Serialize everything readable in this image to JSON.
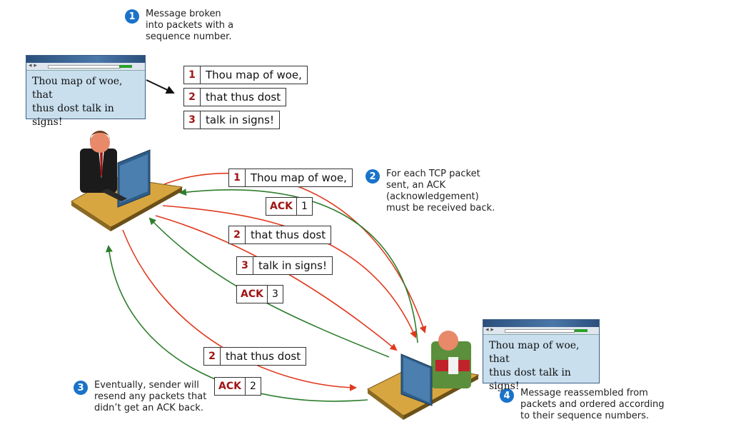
{
  "steps": [
    {
      "num": "1",
      "text": "Message broken\ninto packets with a\nsequence number."
    },
    {
      "num": "2",
      "text": "For each TCP packet\nsent, an ACK\n(acknowledgement)\nmust be received back."
    },
    {
      "num": "3",
      "text": "Eventually, sender will\nresend any packets that\ndidn’t get an ACK back."
    },
    {
      "num": "4",
      "text": "Message reassembled from\npackets and ordered according\nto their sequence numbers."
    }
  ],
  "browser_message": "Thou map of woe, that\nthus dost talk in signs!",
  "original_packets": [
    {
      "seq": "1",
      "text": "Thou map of woe,"
    },
    {
      "seq": "2",
      "text": "that thus dost"
    },
    {
      "seq": "3",
      "text": "talk in signs!"
    }
  ],
  "flight_packets": [
    {
      "seq": "1",
      "text": "Thou map of woe,"
    },
    {
      "seq": "2",
      "text": "that thus dost"
    },
    {
      "seq": "3",
      "text": "talk in signs!"
    },
    {
      "seq": "2",
      "text": "that thus dost"
    }
  ],
  "acks": [
    {
      "label": "ACK",
      "num": "1"
    },
    {
      "label": "ACK",
      "num": "3"
    },
    {
      "label": "ACK",
      "num": "2"
    }
  ],
  "colors": {
    "send_arrow": "#e03a1e",
    "ack_arrow": "#2e7d2e",
    "step_badge": "#1a73c8",
    "seq_text": "#a01515"
  }
}
